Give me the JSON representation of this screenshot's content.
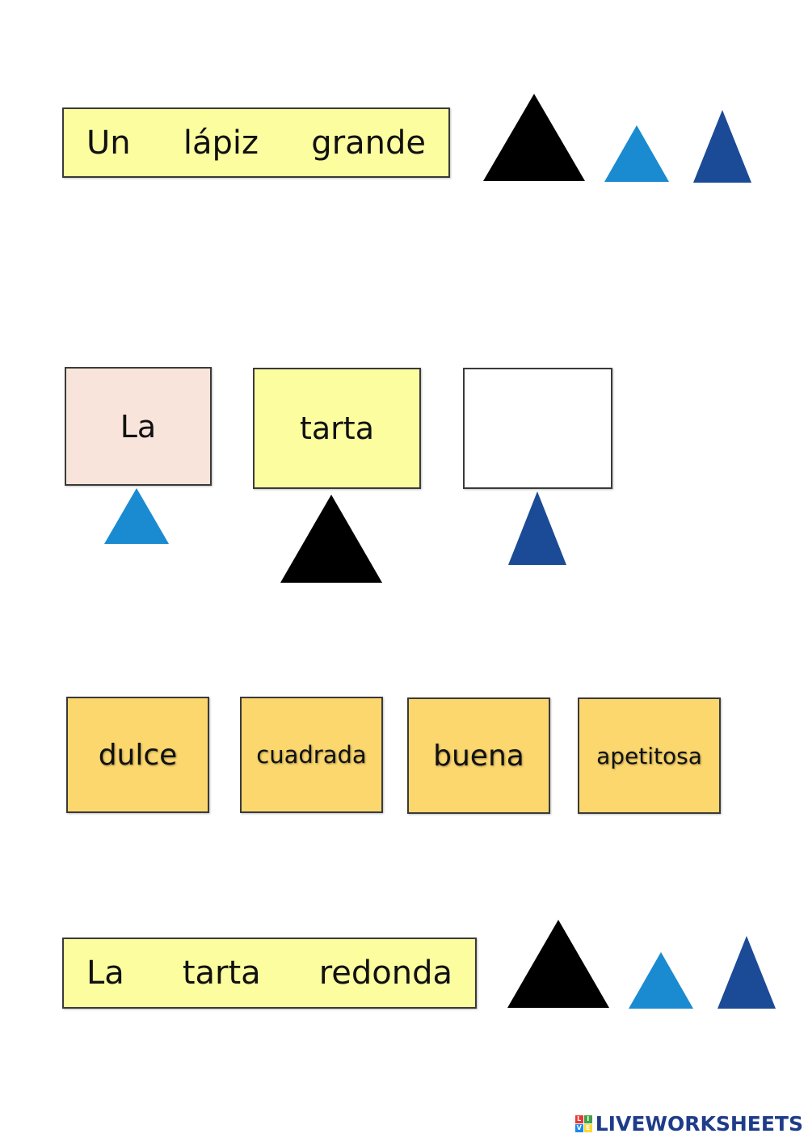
{
  "row1": {
    "words": [
      "Un",
      "lápiz",
      "grande"
    ]
  },
  "row2": {
    "card_1": "La",
    "card_2": "tarta",
    "card_3": ""
  },
  "options": [
    "dulce",
    "cuadrada",
    "buena",
    "apetitosa"
  ],
  "row4": {
    "words": [
      "La",
      "tarta",
      "redonda"
    ]
  },
  "colors": {
    "phrase_bg": "#fbfd9f",
    "article_bg": "#f8e4da",
    "option_bg": "#fbd76e",
    "noun_triangle": "#000000",
    "article_triangle": "#1a8bd1",
    "adjective_triangle": "#1b4b96"
  },
  "icons": {
    "noun": "black-triangle-icon",
    "article": "light-blue-triangle-icon",
    "adjective": "dark-blue-triangle-icon"
  },
  "logo": {
    "text": "LIVEWORKSHEETS"
  }
}
